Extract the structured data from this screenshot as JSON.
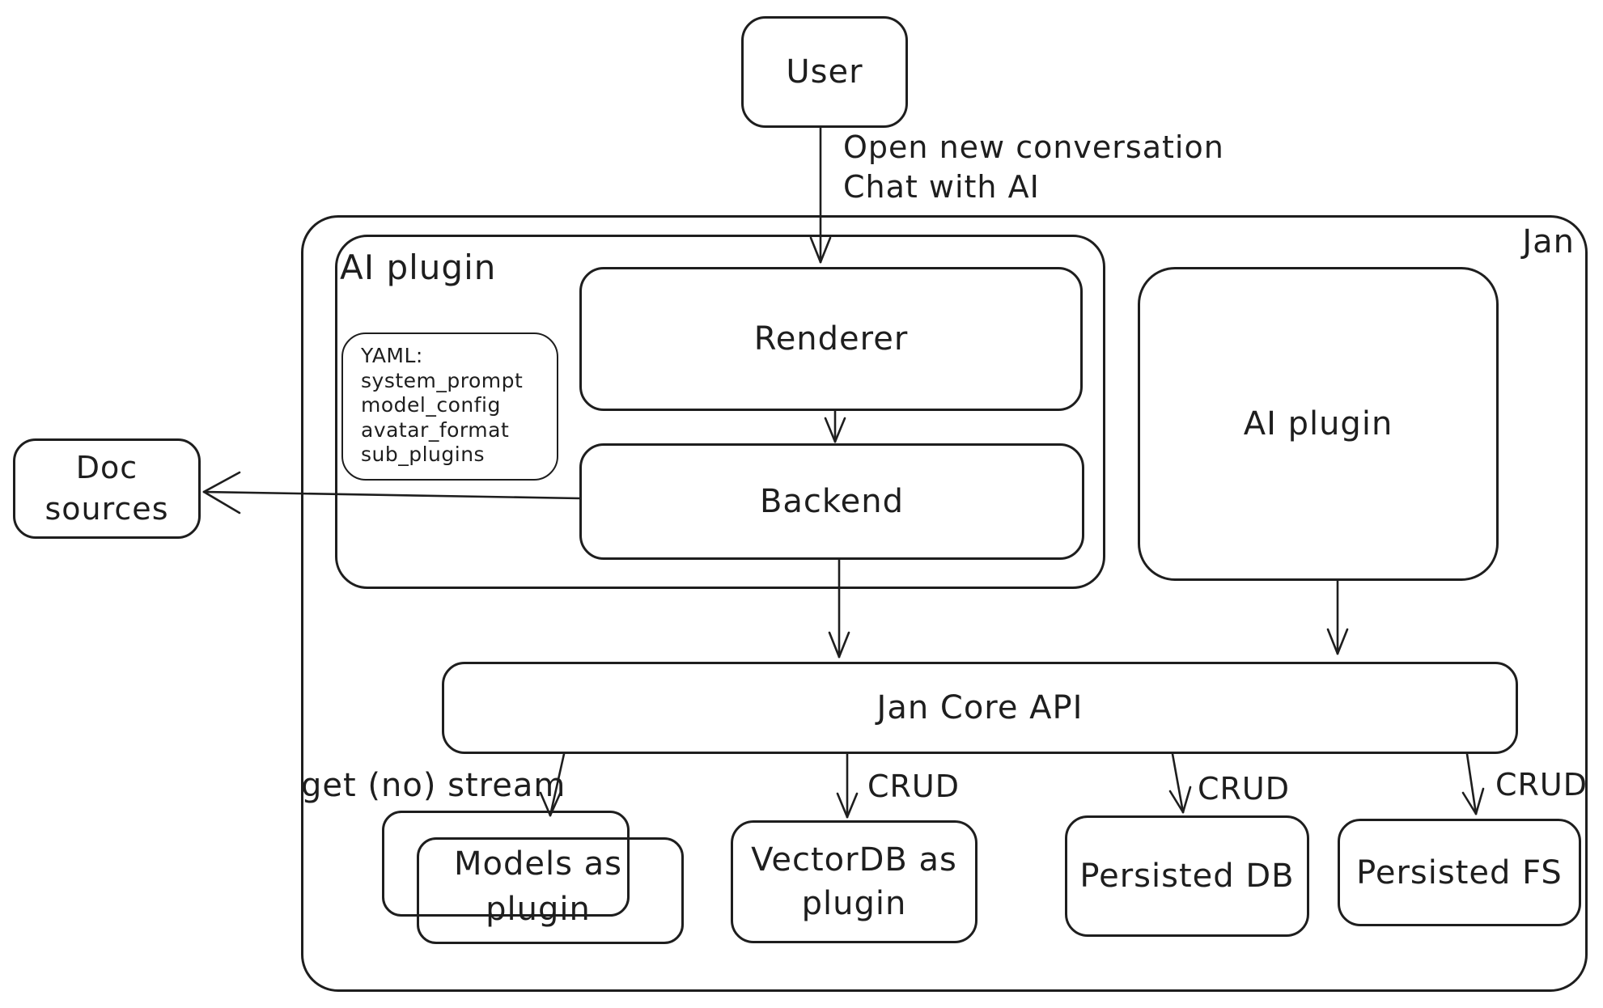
{
  "diagram": {
    "container_label": "Jan",
    "nodes": {
      "user": "User",
      "plugin_group": "AI plugin",
      "renderer": "Renderer",
      "backend": "Backend",
      "yaml_note": [
        "YAML:",
        "system_prompt",
        "model_config",
        "avatar_format",
        "sub_plugins"
      ],
      "doc_sources": "Doc sources",
      "ai_plugin_right": "AI plugin",
      "jan_core_api": "Jan Core API",
      "models": "Models as\nplugin",
      "vectordb": "VectorDB as\nplugin",
      "persisted_db": "Persisted DB",
      "persisted_fs": "Persisted FS"
    },
    "edge_labels": {
      "user_flow": "Open new conversation\nChat with AI",
      "models_stream": "get (no) stream",
      "vectordb_crud": "CRUD",
      "persisted_db_crud": "CRUD",
      "persisted_fs_crud": "CRUD"
    },
    "colors": {
      "stroke": "#1e1e1e",
      "background": "#ffffff"
    }
  }
}
